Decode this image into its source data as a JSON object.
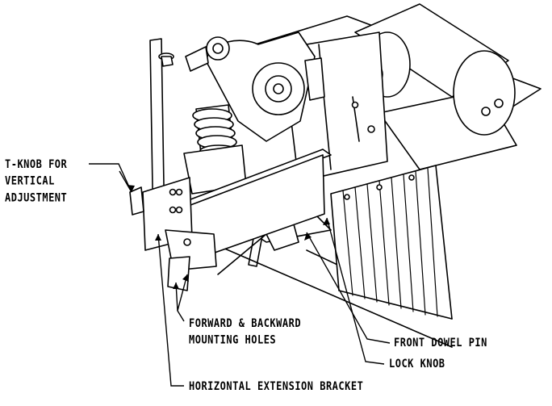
{
  "labels": {
    "t_knob": [
      "T-KNOB FOR",
      "VERTICAL",
      "ADJUSTMENT"
    ],
    "mounting_holes": [
      "FORWARD & BACKWARD",
      "MOUNTING HOLES"
    ],
    "front_dowel_pin": "FRONT DOWEL PIN",
    "lock_knob": "LOCK KNOB",
    "extension_bracket": "HORIZONTAL EXTENSION BRACKET"
  },
  "colors": {
    "ink": "#000000",
    "paper": "#ffffff",
    "shade": "#d9d9d9"
  }
}
